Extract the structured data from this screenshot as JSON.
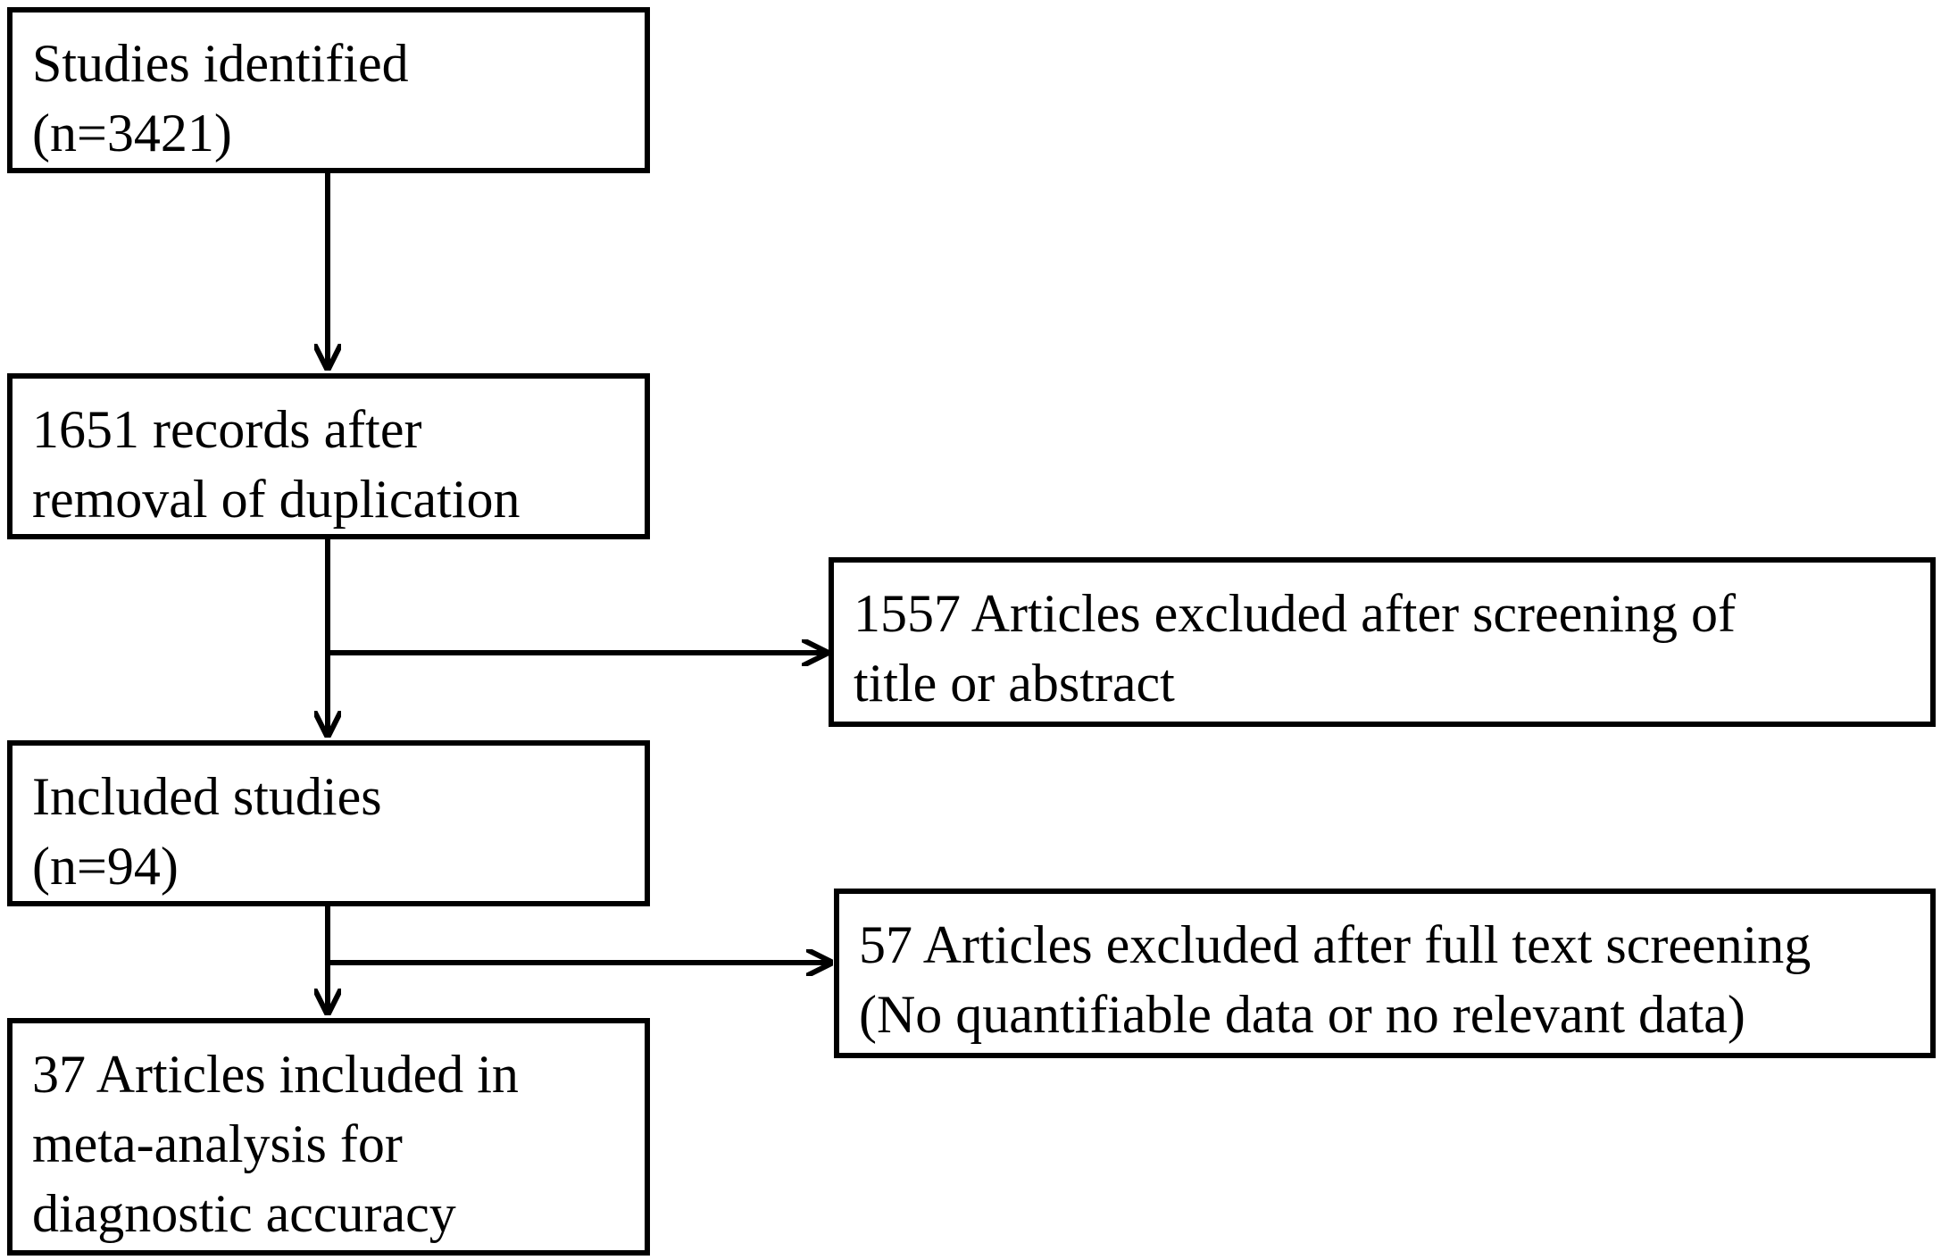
{
  "flowchart": {
    "boxes": [
      {
        "id": "identified",
        "lines": [
          "Studies identified",
          "(n=3421)"
        ]
      },
      {
        "id": "after-dedup",
        "lines": [
          "1651 records after",
          "removal of duplication"
        ]
      },
      {
        "id": "included",
        "lines": [
          "Included studies",
          "(n=94)"
        ]
      },
      {
        "id": "final",
        "lines": [
          "37 Articles included in",
          "meta-analysis for",
          "diagnostic accuracy"
        ]
      },
      {
        "id": "excluded-title",
        "lines": [
          "1557 Articles excluded after screening of",
          "title or abstract"
        ]
      },
      {
        "id": "excluded-fulltext",
        "lines": [
          "57 Articles excluded after full text screening",
          "(No quantifiable data or no relevant data)"
        ]
      }
    ]
  }
}
